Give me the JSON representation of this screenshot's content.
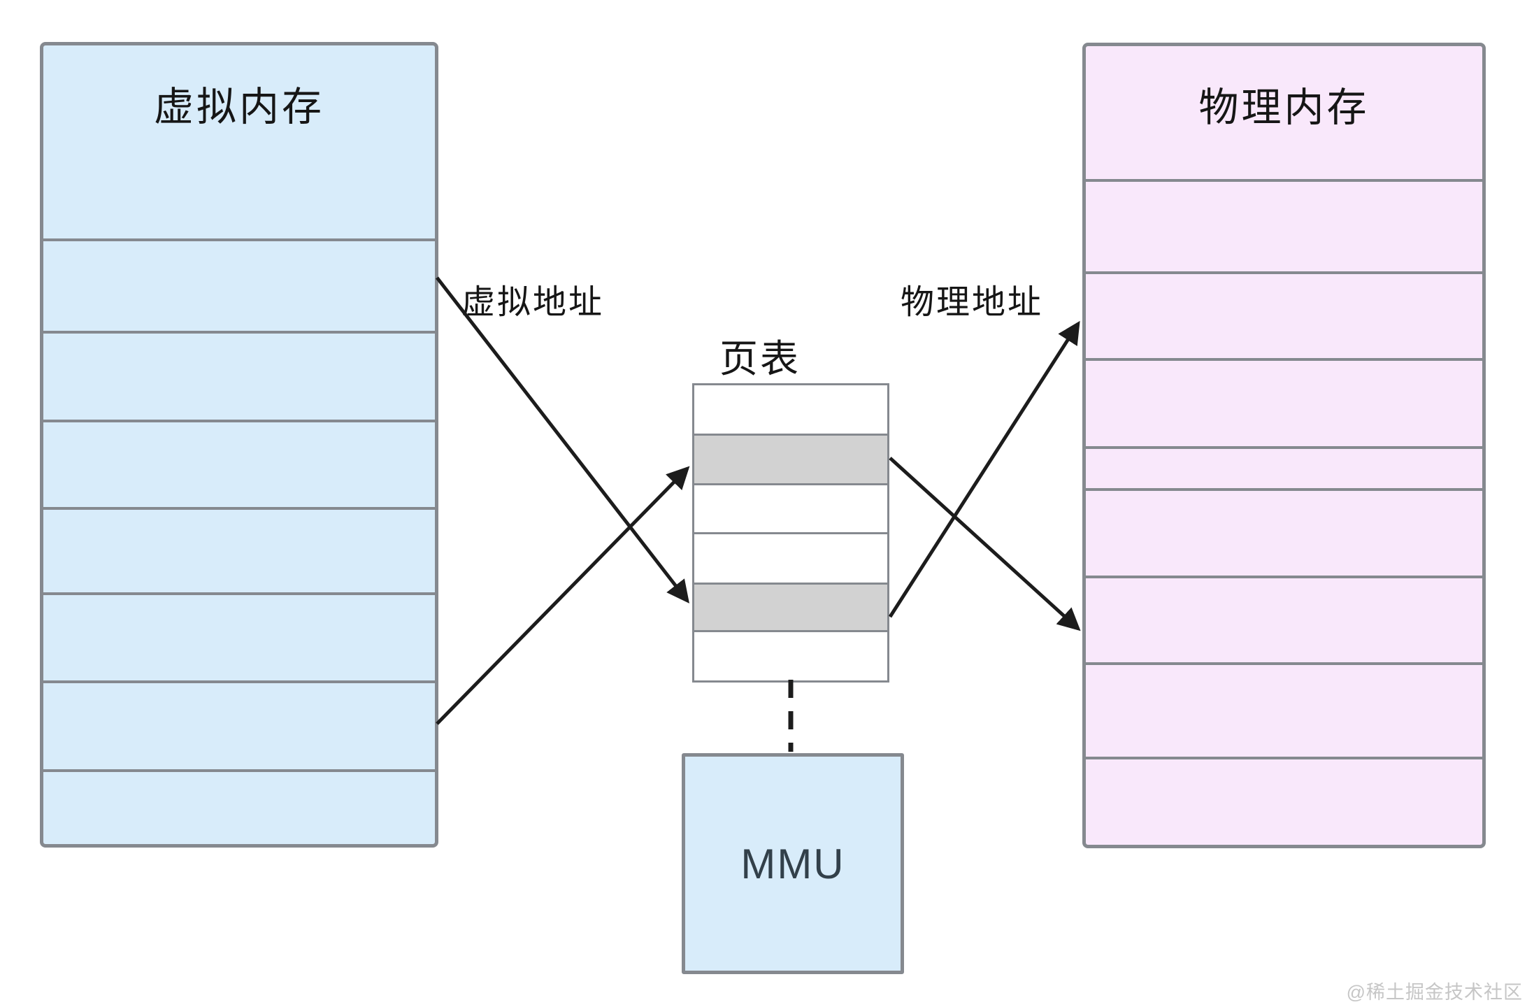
{
  "diagram": {
    "virtual_memory": {
      "title": "虚拟内存",
      "rows": [
        {
          "h": 128
        },
        {
          "h": 127
        },
        {
          "h": 125
        },
        {
          "h": 122
        },
        {
          "h": 126
        },
        {
          "h": 127
        },
        {
          "h": 107
        }
      ]
    },
    "page_table": {
      "title": "页表",
      "rows": [
        {
          "h": 69
        },
        {
          "h": 71,
          "shade": true
        },
        {
          "h": 70
        },
        {
          "h": 72
        },
        {
          "h": 68,
          "shade": true
        },
        {
          "h": 72
        }
      ]
    },
    "physical_memory": {
      "title": "物理内存",
      "rows": [
        {
          "h": 128
        },
        {
          "h": 124
        },
        {
          "h": 126
        },
        {
          "h": 60
        },
        {
          "h": 125
        },
        {
          "h": 124
        },
        {
          "h": 135
        },
        {
          "h": 126
        }
      ]
    },
    "mmu": {
      "label": "MMU"
    },
    "labels": {
      "virtual_address": "虚拟地址",
      "physical_address": "物理地址"
    },
    "watermark": "@稀土掘金技术社区",
    "colors": {
      "virtual_fill": "#d8ecfa",
      "physical_fill": "#f9e8fb",
      "table_shade": "#d2d2d2",
      "table_fill": "#ffffff",
      "border": "#85898f",
      "line": "#1c1c1c",
      "text": "#161616",
      "watermark": "#c6c6c6"
    }
  }
}
